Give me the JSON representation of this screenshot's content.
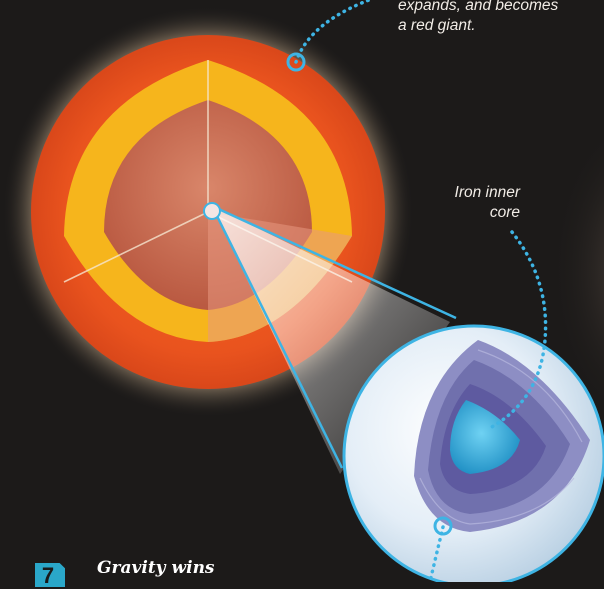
{
  "captions": {
    "red_giant_line1": "expands, and becomes",
    "red_giant_line2": "a red giant.",
    "iron_core_line1": "Iron inner",
    "iron_core_line2": "core"
  },
  "step": {
    "number": "7",
    "title": "Gravity wins"
  },
  "colors": {
    "background": "#1c1a19",
    "accent_cyan": "#2aa7c9",
    "outer_shell": "#e9531e",
    "yellow_layer": "#f6b51c",
    "inner_layers": "#c9664a",
    "iron_core": "#3eb4e4",
    "core_shells": "#8d8ec4"
  },
  "icons": {
    "step_badge": "step-number-badge",
    "callout_dot": "callout-ring-marker"
  }
}
